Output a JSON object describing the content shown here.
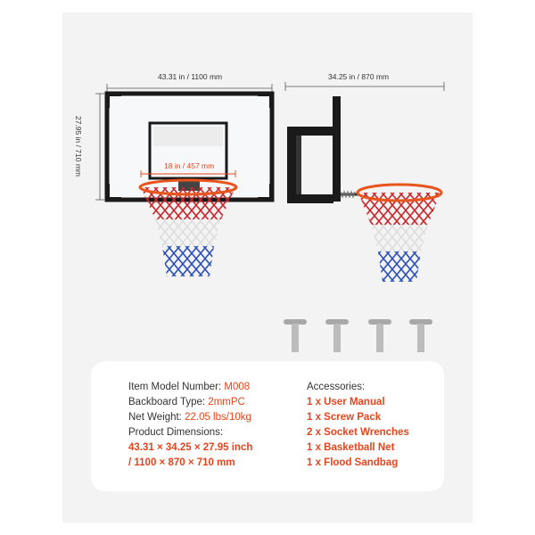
{
  "dimensions": {
    "backboard_width": "43.31 in / 1100 mm",
    "backboard_height": "27.95 in / 710 mm",
    "rim_diameter": "18 in / 457 mm",
    "depth": "34.25 in / 870 mm"
  },
  "specs": {
    "model_label": "Item Model Number:",
    "model_value": "M008",
    "backboard_label": "Backboard Type:",
    "backboard_value": "2mmPC",
    "weight_label": "Net Weight:",
    "weight_value": "22.05 lbs/10kg",
    "dimensions_label": "Product Dimensions:",
    "dimensions_value_1": "43.31 × 34.25 × 27.95 inch",
    "dimensions_value_2": "/ 1100 × 870 × 710 mm"
  },
  "accessories": {
    "title": "Accessories:",
    "items": [
      "1 x User Manual",
      "1 x Screw Pack",
      "2 x Socket Wrenches",
      "1 x Basketball Net",
      "1 x Flood Sandbag"
    ]
  },
  "colors": {
    "accent": "#e8441c",
    "rim": "#e8541c",
    "net_red": "#c8262a",
    "net_blue": "#2a4fb8",
    "frame": "#1a1a1a"
  }
}
